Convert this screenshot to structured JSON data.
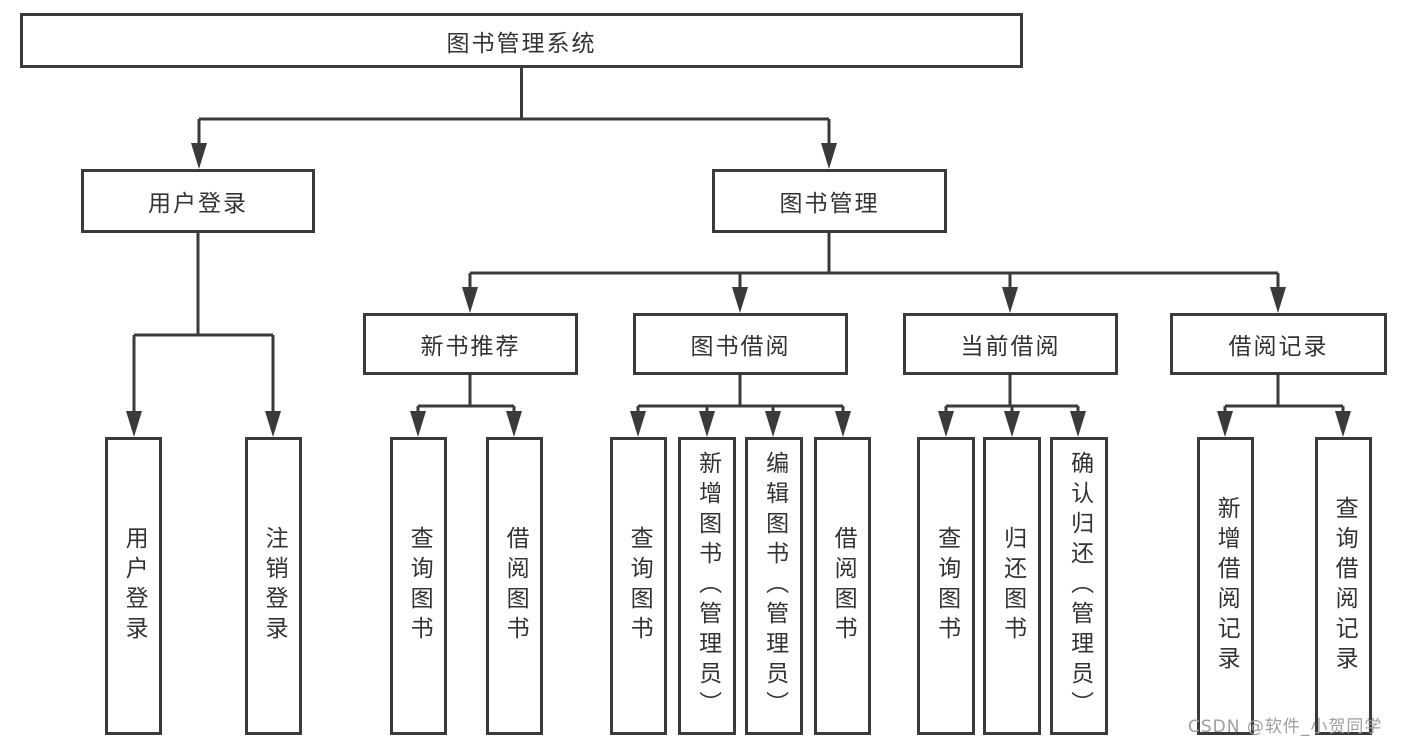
{
  "diagram": {
    "root": "图书管理系统",
    "level2": {
      "user_login": "用户登录",
      "book_mgmt": "图书管理"
    },
    "level3": {
      "new_book_rec": "新书推荐",
      "book_borrow": "图书借阅",
      "current_borrow": "当前借阅",
      "borrow_records": "借阅记录"
    },
    "leaves": {
      "user_login": "用户登录",
      "logout": "注销登录",
      "rec_query_books": "查询图书",
      "rec_borrow_books": "借阅图书",
      "bb_query_books": "查询图书",
      "bb_add_books": "新增图书（管理员）",
      "bb_edit_books": "编辑图书（管理员）",
      "bb_borrow_books": "借阅图书",
      "cb_query_books": "查询图书",
      "cb_return_books": "归还图书",
      "cb_confirm_return": "确认归还（管理员）",
      "br_add_record": "新增借阅记录",
      "br_query_record": "查询借阅记录"
    }
  },
  "watermark": "CSDN @软件_小贺同学",
  "colors": {
    "line": "#3a3a3a",
    "text": "#333333",
    "watermark": "#9e9e9e",
    "background": "#ffffff"
  }
}
